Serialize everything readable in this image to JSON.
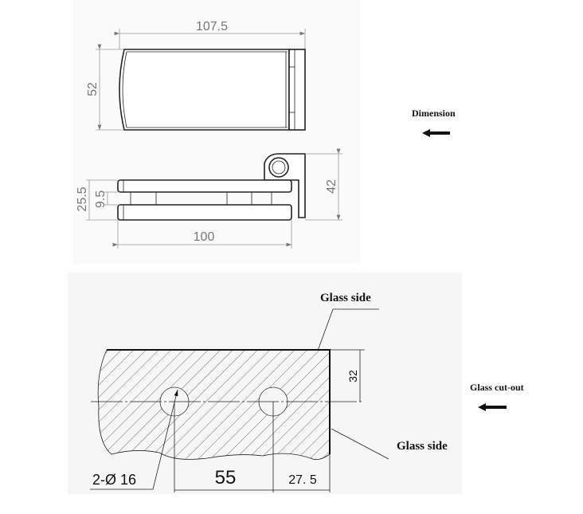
{
  "top_view": {
    "dim_length": "107.5",
    "dim_width": "52"
  },
  "side_view": {
    "dim_height": "42",
    "dim_total_thickness": "25.5",
    "dim_gap": "9.5",
    "dim_length": "100"
  },
  "dimension_note": {
    "label": "Dimension",
    "icon": "arrow-left-icon"
  },
  "cutout": {
    "glass_side_top": "Glass side",
    "glass_side_right": "Glass side",
    "dim_edge_offset": "32",
    "hole_spec": "2-Ø 16",
    "dim_hole_spacing": "55",
    "dim_edge_to_hole": "27. 5"
  },
  "cutout_note": {
    "label": "Glass cut-out",
    "icon": "arrow-left-icon"
  },
  "colors": {
    "panel": "#f6f6f6",
    "outline": "#222222",
    "dimension": "#999999"
  }
}
